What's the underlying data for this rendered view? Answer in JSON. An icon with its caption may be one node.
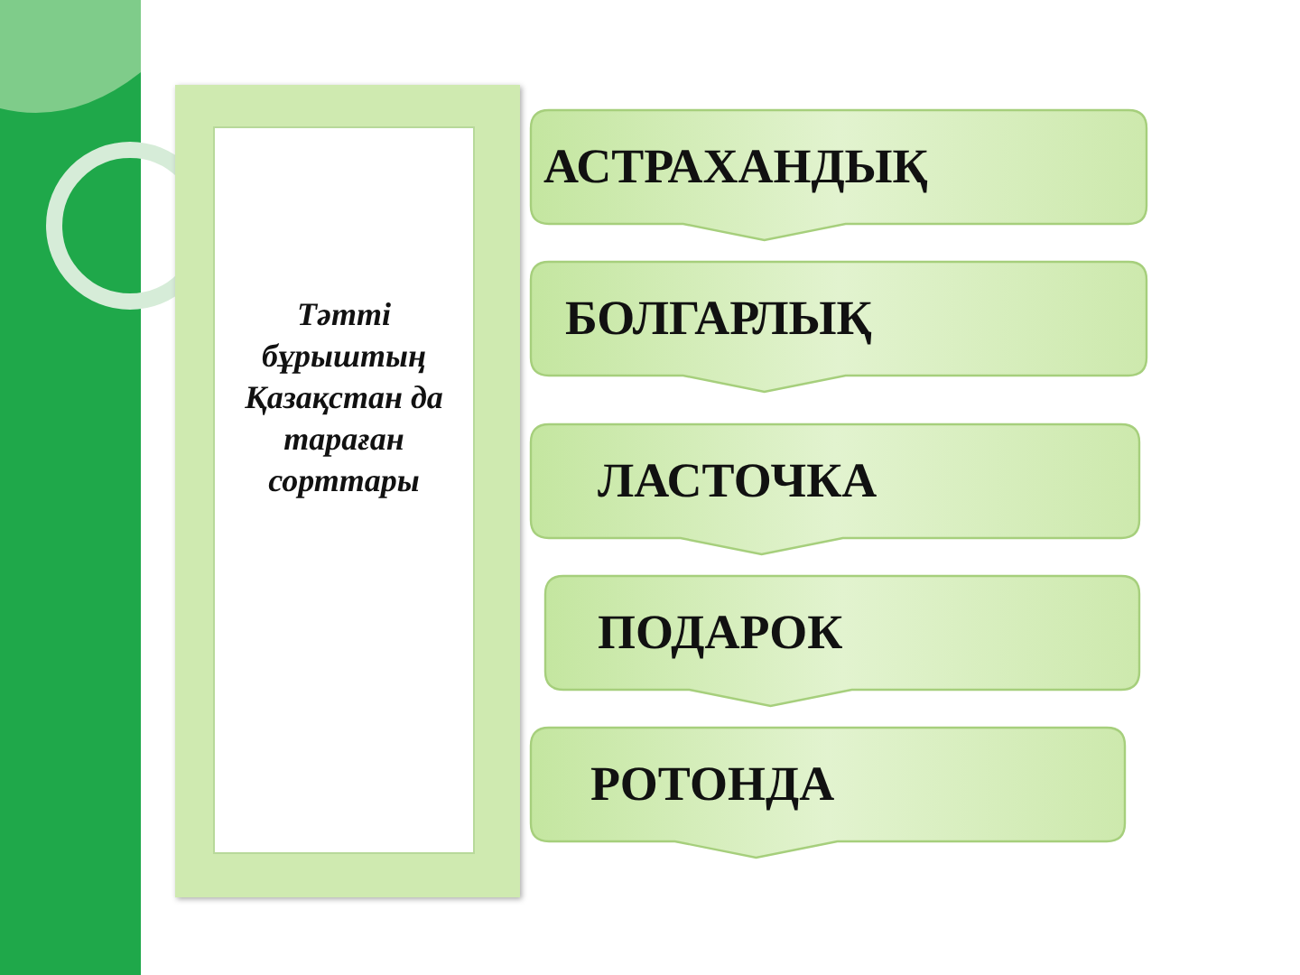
{
  "diagram": {
    "nodes": [
      {
        "text": [
          "Тәтті бұрыштың Қазақстан да тараған сорттары"
        ]
      },
      {
        "text": [
          "АСТРАХАНДЫҚ"
        ]
      },
      {
        "text": [
          "БОЛГАРЛЫҚ"
        ]
      },
      {
        "text": [
          "ЛАСТОЧКА"
        ]
      },
      {
        "text": [
          "ПОДАРОК"
        ]
      },
      {
        "text": [
          "РОТОНДА"
        ]
      }
    ]
  }
}
